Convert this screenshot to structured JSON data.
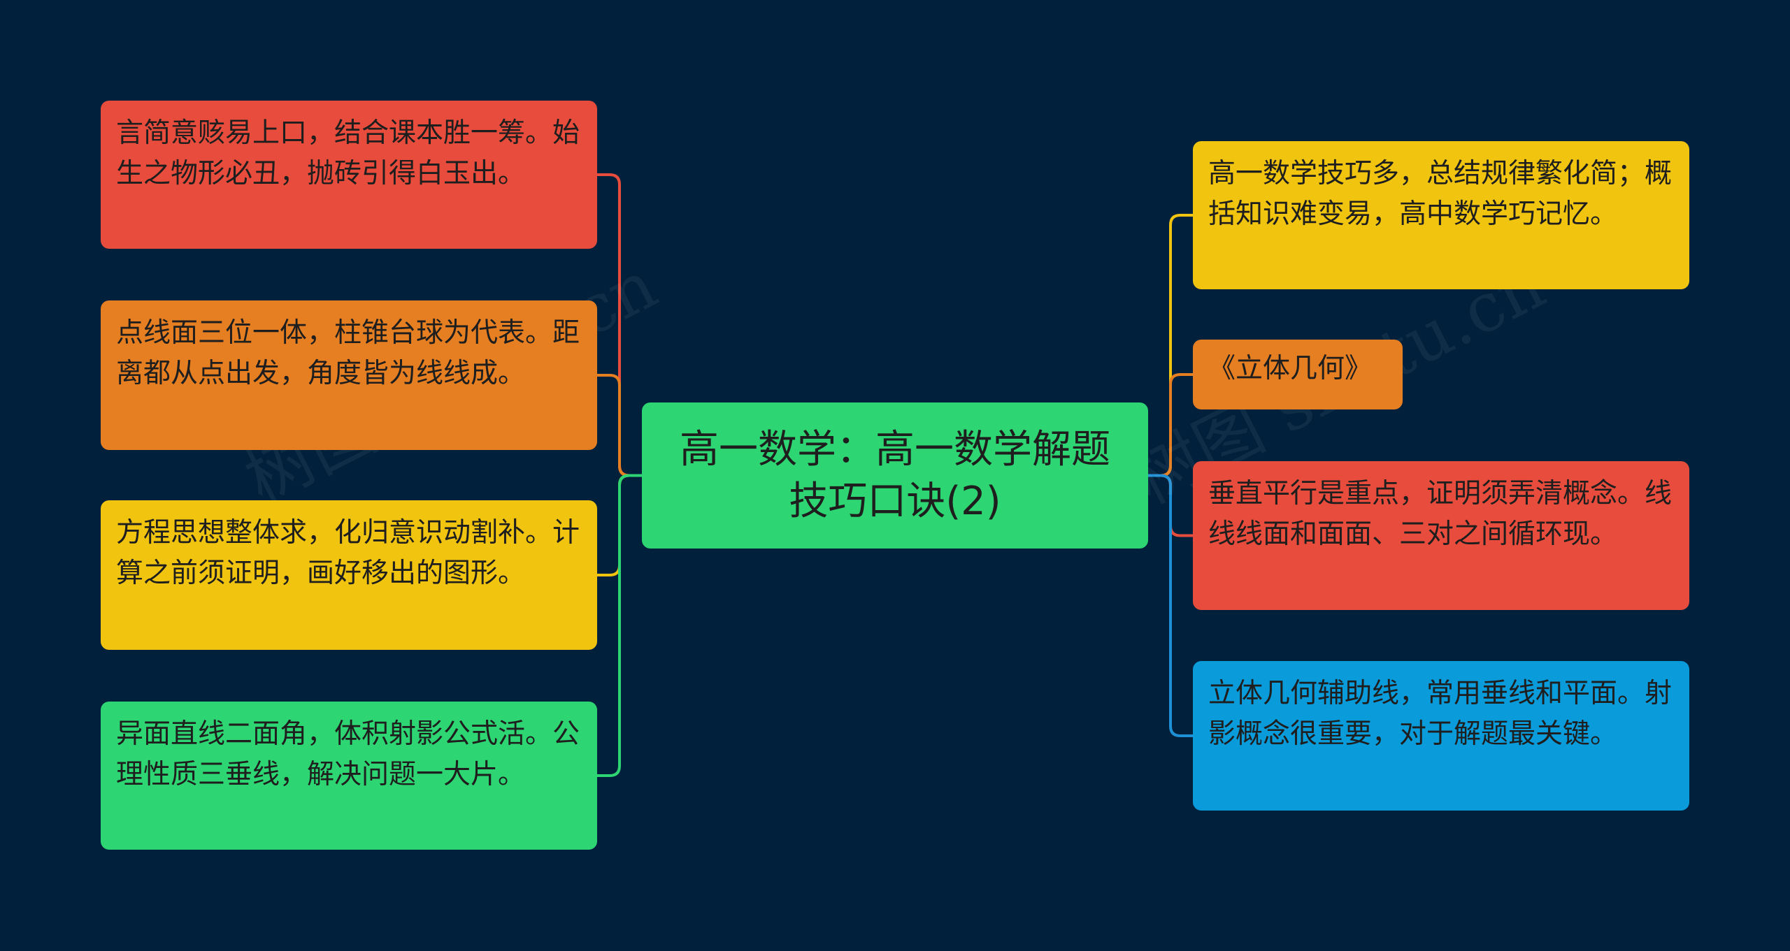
{
  "center": {
    "text": "高一数学：高一数学解题技巧口诀(2)",
    "color": "#2ed573"
  },
  "left_nodes": [
    {
      "text": "言简意赅易上口，结合课本胜一筹。始生之物形必丑，抛砖引得白玉出。",
      "color": "#e74c3c",
      "line_color": "#e74c3c"
    },
    {
      "text": "点线面三位一体，柱锥台球为代表。距离都从点出发，角度皆为线线成。",
      "color": "#e67e22",
      "line_color": "#e67e22"
    },
    {
      "text": "方程思想整体求，化归意识动割补。计算之前须证明，画好移出的图形。",
      "color": "#f1c40f",
      "line_color": "#f1c40f"
    },
    {
      "text": "异面直线二面角，体积射影公式活。公理性质三垂线，解决问题一大片。",
      "color": "#2ed573",
      "line_color": "#2ed573"
    }
  ],
  "right_nodes": [
    {
      "text": "高一数学技巧多，总结规律繁化简；概括知识难变易，高中数学巧记忆。",
      "color": "#f1c40f",
      "line_color": "#f1c40f"
    },
    {
      "text": "《立体几何》",
      "color": "#e67e22",
      "line_color": "#e67e22"
    },
    {
      "text": "垂直平行是重点，证明须弄清概念。线线线面和面面、三对之间循环现。",
      "color": "#e74c3c",
      "line_color": "#e74c3c"
    },
    {
      "text": "立体几何辅助线，常用垂线和平面。射影概念很重要，对于解题最关键。",
      "color": "#0a9bdb",
      "line_color": "#1e90d6"
    }
  ],
  "watermarks": [
    "树图 shutu.cn",
    "树图 shutu.cn"
  ]
}
